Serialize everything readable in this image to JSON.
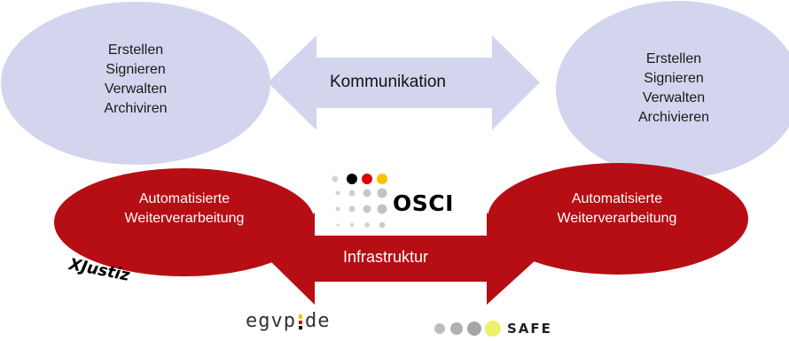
{
  "left_ellipse": {
    "lines": [
      "Erstellen",
      "Signieren",
      "Verwalten",
      "Archiviren"
    ]
  },
  "right_ellipse": {
    "lines": [
      "Erstellen",
      "Signieren",
      "Verwalten",
      "Archivieren"
    ]
  },
  "communication_arrow": {
    "label": "Kommunikation"
  },
  "infrastructure_arrow": {
    "label": "Infrastruktur"
  },
  "left_red_ellipse": {
    "lines": [
      "Automatisierte",
      "Weiterverarbeitung"
    ]
  },
  "right_red_ellipse": {
    "lines": [
      "Automatisierte",
      "Weiterverarbeitung"
    ]
  },
  "osci_logo": {
    "text": "OSCI"
  },
  "xjustiz_logo": {
    "text": "XJustiz"
  },
  "egvp_logo": {
    "prefix": "egvp",
    "suffix": "de"
  },
  "safe_logo": {
    "text": "SAFE"
  },
  "colors": {
    "lavender": "#d3d5ee",
    "dark_red": "#b70d14",
    "german_black": "#000000",
    "german_red": "#dd0000",
    "german_gold": "#f5c400",
    "safe_yellow": "#eef06a"
  }
}
